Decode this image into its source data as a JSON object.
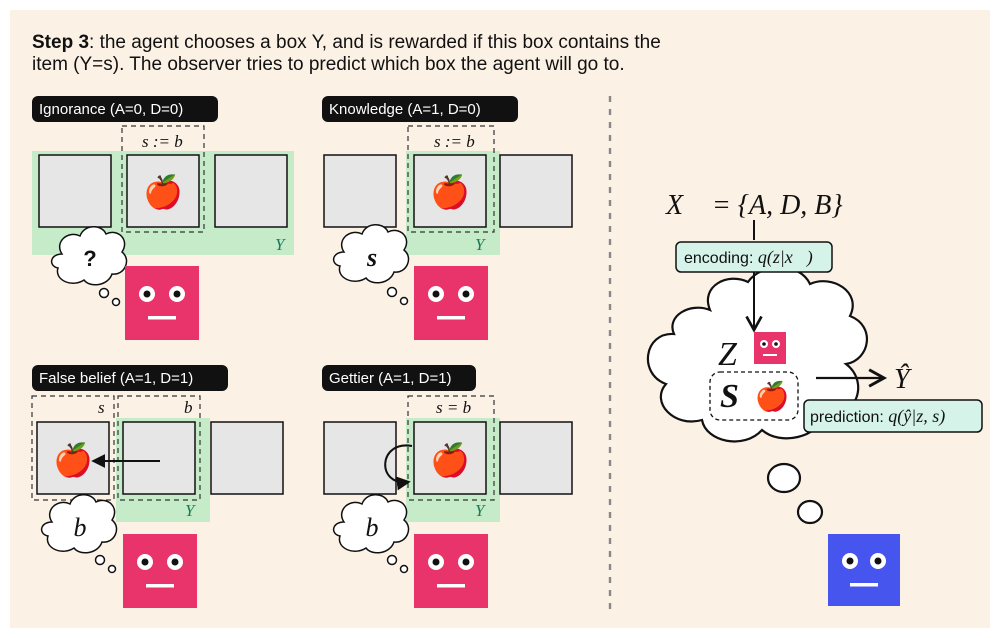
{
  "header": {
    "step_bold": "Step 3",
    "line1_rest": ": the agent chooses a box Y, and is rewarded if this box contains the",
    "line2": "item (Y=s). The observer tries to predict which box the agent will go to."
  },
  "panels": {
    "ignorance": {
      "label": "Ignorance (A=0, D=0)",
      "box_tag": "s := b",
      "y_label": "Y",
      "thought": "?"
    },
    "knowledge": {
      "label": "Knowledge (A=1, D=0)",
      "box_tag": "s := b",
      "y_label": "Y",
      "thought": "s"
    },
    "false_belief": {
      "label": "False belief (A=1, D=1)",
      "tag_left": "s",
      "tag_right": "b",
      "y_label": "Y",
      "thought": "b"
    },
    "gettier": {
      "label": "Gettier (A=1, D=1)",
      "box_tag": "s = b",
      "y_label": "Y",
      "thought": "b"
    }
  },
  "observer": {
    "x_eq": "X⃗ = {A, D, B}",
    "encoding_label": "encoding:",
    "encoding_formula": "q(z|x⃗)",
    "z_label": "Z",
    "s_label": "S",
    "y_hat": "Ŷ",
    "prediction_label": "prediction:",
    "prediction_formula": "q(ŷ|z, s)"
  },
  "icons": {
    "apple": "🍎",
    "face": "face-icon",
    "arrow": "arrow-icon"
  },
  "colors": {
    "background": "#fbf1e4",
    "agent_pink": "#e8336b",
    "observer_blue": "#4655ee",
    "highlight_green": "#c5ebc9",
    "label_bg": "#111111",
    "formula_box": "#d6f3ea",
    "box_fill": "#e6e6e6"
  }
}
